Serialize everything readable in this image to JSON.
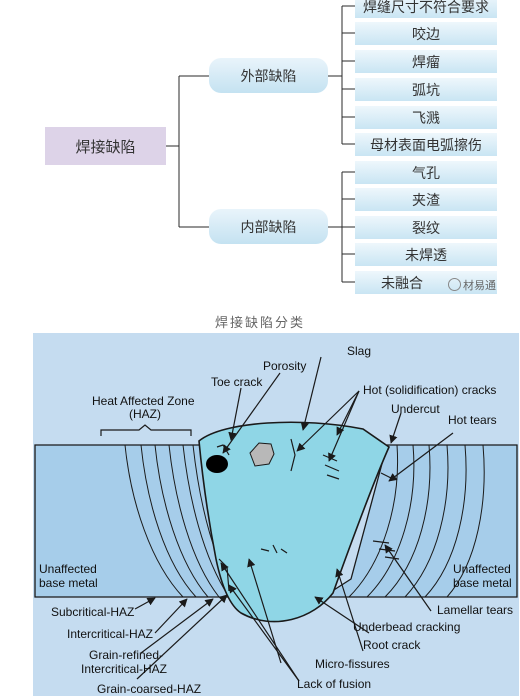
{
  "classification_tree": {
    "root": "焊接缺陷",
    "external": {
      "label": "外部缺陷",
      "items": [
        "焊缝尺寸不符合要求",
        "咬边",
        "焊瘤",
        "弧坑",
        "飞溅",
        "母材表面电弧擦伤"
      ]
    },
    "internal": {
      "label": "内部缺陷",
      "items": [
        "气孔",
        "夹渣",
        "裂纹",
        "未焊透",
        "未融合"
      ]
    },
    "watermark": "材易通"
  },
  "caption": "焊接缺陷分类",
  "weld_diagram": {
    "labels": {
      "slag": "Slag",
      "porosity": "Porosity",
      "toe_crack": "Toe crack",
      "haz_line1": "Heat Affected Zone",
      "haz_line2": "(HAZ)",
      "hot_cracks": "Hot (solidification) cracks",
      "undercut": "Undercut",
      "hot_tears": "Hot tears",
      "unaffected_left_1": "Unaffected",
      "unaffected_left_2": "base metal",
      "unaffected_right_1": "Unaffected",
      "unaffected_right_2": "base metal",
      "subcritical": "Subcritical-HAZ",
      "intercritical": "Intercritical-HAZ",
      "grain_refined_1": "Grain-refined-",
      "grain_refined_2": "Intercritical-HAZ",
      "grain_coarsed": "Grain-coarsed-HAZ",
      "lamellar": "Lamellar tears",
      "underbead": "Underbead cracking",
      "root_crack": "Root crack",
      "micro_fissures": "Micro-fissures",
      "lack_of_fusion": "Lack of fusion"
    },
    "colors": {
      "panel": "#c5dcf0",
      "plate": "#a6cdea",
      "weld": "#8fd6e6",
      "line": "#1a1a1a"
    }
  }
}
